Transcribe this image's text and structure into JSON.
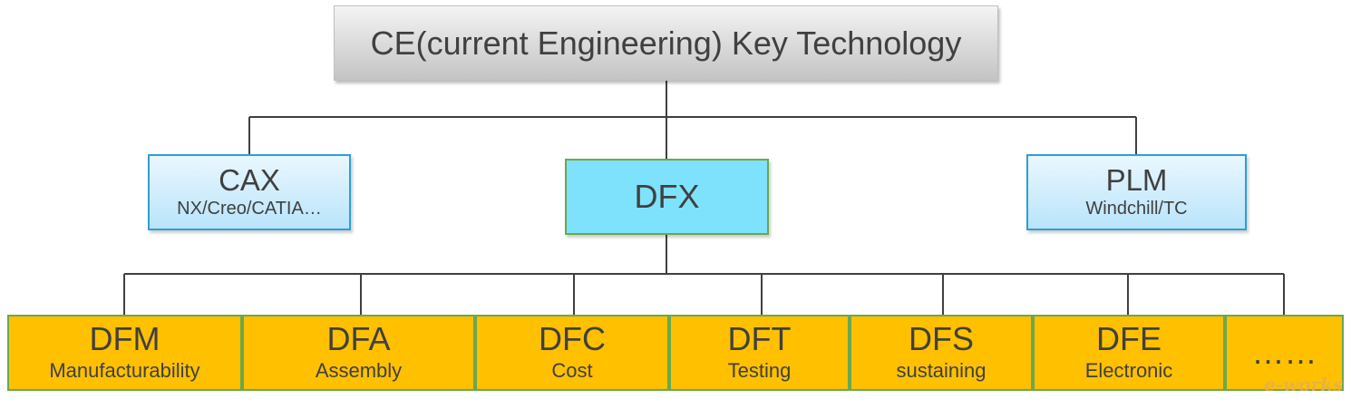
{
  "root": {
    "title": "CE(current Engineering) Key Technology"
  },
  "level1": {
    "cax": {
      "title": "CAX",
      "subtitle": "NX/Creo/CATIA…"
    },
    "dfx": {
      "title": "DFX"
    },
    "plm": {
      "title": "PLM",
      "subtitle": "Windchill/TC"
    }
  },
  "dfx_children": [
    {
      "title": "DFM",
      "subtitle": "Manufacturability"
    },
    {
      "title": "DFA",
      "subtitle": "Assembly"
    },
    {
      "title": "DFC",
      "subtitle": "Cost"
    },
    {
      "title": "DFT",
      "subtitle": "Testing"
    },
    {
      "title": "DFS",
      "subtitle": "sustaining"
    },
    {
      "title": "DFE",
      "subtitle": "Electronic"
    },
    {
      "title": "……",
      "subtitle": ""
    }
  ],
  "watermark": {
    "text": "e-works"
  },
  "colors": {
    "line": "#404040",
    "leaf_fill": "#ffc000",
    "dfx_fill": "#7fe2fc",
    "mid_border": "#2f9fd6",
    "green_border": "#6aa84f"
  }
}
